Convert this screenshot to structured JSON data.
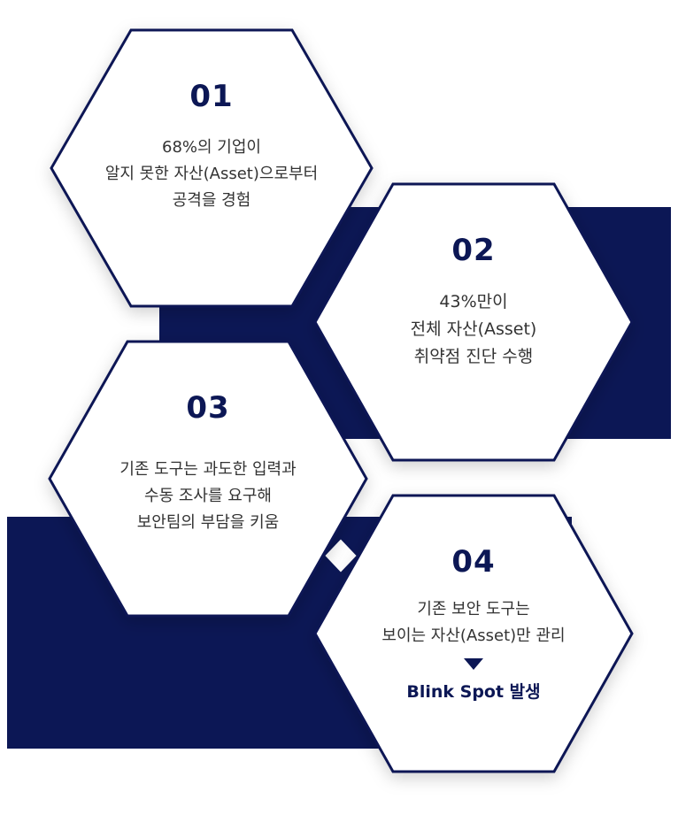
{
  "colors": {
    "navy": "#0c1755",
    "hex_fill": "#ffffff",
    "text": "#333333"
  },
  "steps": [
    {
      "number": "01",
      "lines": [
        "68%의 기업이",
        "알지 못한 자산(Asset)으로부터",
        "공격을 경험"
      ]
    },
    {
      "number": "02",
      "lines": [
        "43%만이",
        "전체 자산(Asset)",
        "취약점 진단 수행"
      ]
    },
    {
      "number": "03",
      "lines": [
        "기존 도구는 과도한 입력과",
        "수동 조사를 요구해",
        "보안팀의 부담을 키움"
      ]
    },
    {
      "number": "04",
      "lines": [
        "기존 보안 도구는",
        "보이는 자산(Asset)만 관리"
      ],
      "highlight": "Blink Spot 발생"
    }
  ]
}
